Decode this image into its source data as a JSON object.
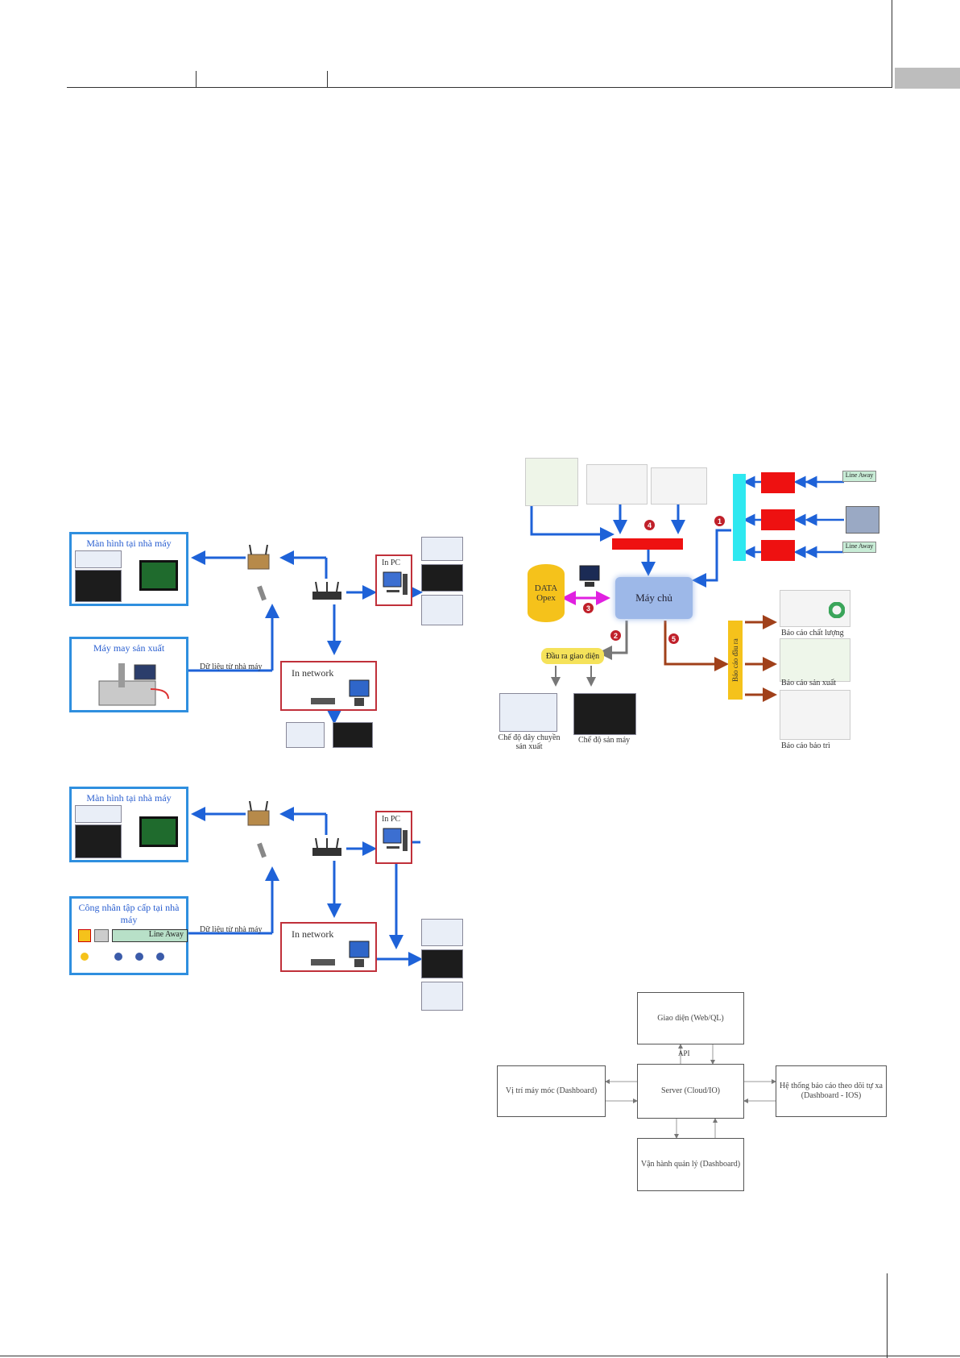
{
  "panel_a": {
    "screen_title": "Màn hình tại nhà máy",
    "machine_title": "Máy may sản xuất",
    "data_label": "Dữ liệu từ nhà máy",
    "network_label": "In network",
    "pc_label": "In PC"
  },
  "panel_b": {
    "screen_title": "Màn hình tại nhà máy",
    "line_title": "Công nhân tập cấp tại nhà máy",
    "line_label": "Line Away",
    "data_label": "Dữ liệu từ nhà máy",
    "network_label": "In network",
    "pc_label": "In PC"
  },
  "architecture": {
    "server_label": "Máy chủ",
    "data_label": "DATA Opex",
    "interface_label": "Đầu ra giao diện",
    "output_label": "Báo cáo đầu ra",
    "mode_line": "Chế độ dây chuyền sản xuất",
    "mode_machine": "Chế độ sản máy",
    "report_quality": "Báo cáo chất lượng",
    "report_production": "Báo cáo sản xuất",
    "report_maintenance": "Báo cáo bảo trì",
    "line_label_1": "Line Away",
    "line_label_2": "Line Away",
    "badges": [
      "1",
      "2",
      "3",
      "4",
      "5"
    ]
  },
  "block_diagram": {
    "top": "Giao diện (Web/QL)",
    "center": "Server (Cloud/IO)",
    "left": "Vị trí máy móc (Dashboard)",
    "right": "Hệ thống báo cáo theo dõi tự xa (Dashboard - IOS)",
    "bottom": "Vận hành quản lý (Dashboard)",
    "api": "API"
  },
  "colors": {
    "panel_border": "#2f8fdf",
    "network_border": "#c0303a",
    "arrow_blue": "#1e62d8",
    "server_bg": "#9db8e8",
    "data_yellow": "#f5c21b",
    "red_block": "#ee1111",
    "cyan_bar": "#2ee8f0",
    "brown_arrow": "#a0401a",
    "magenta_arrow": "#e020e0"
  }
}
